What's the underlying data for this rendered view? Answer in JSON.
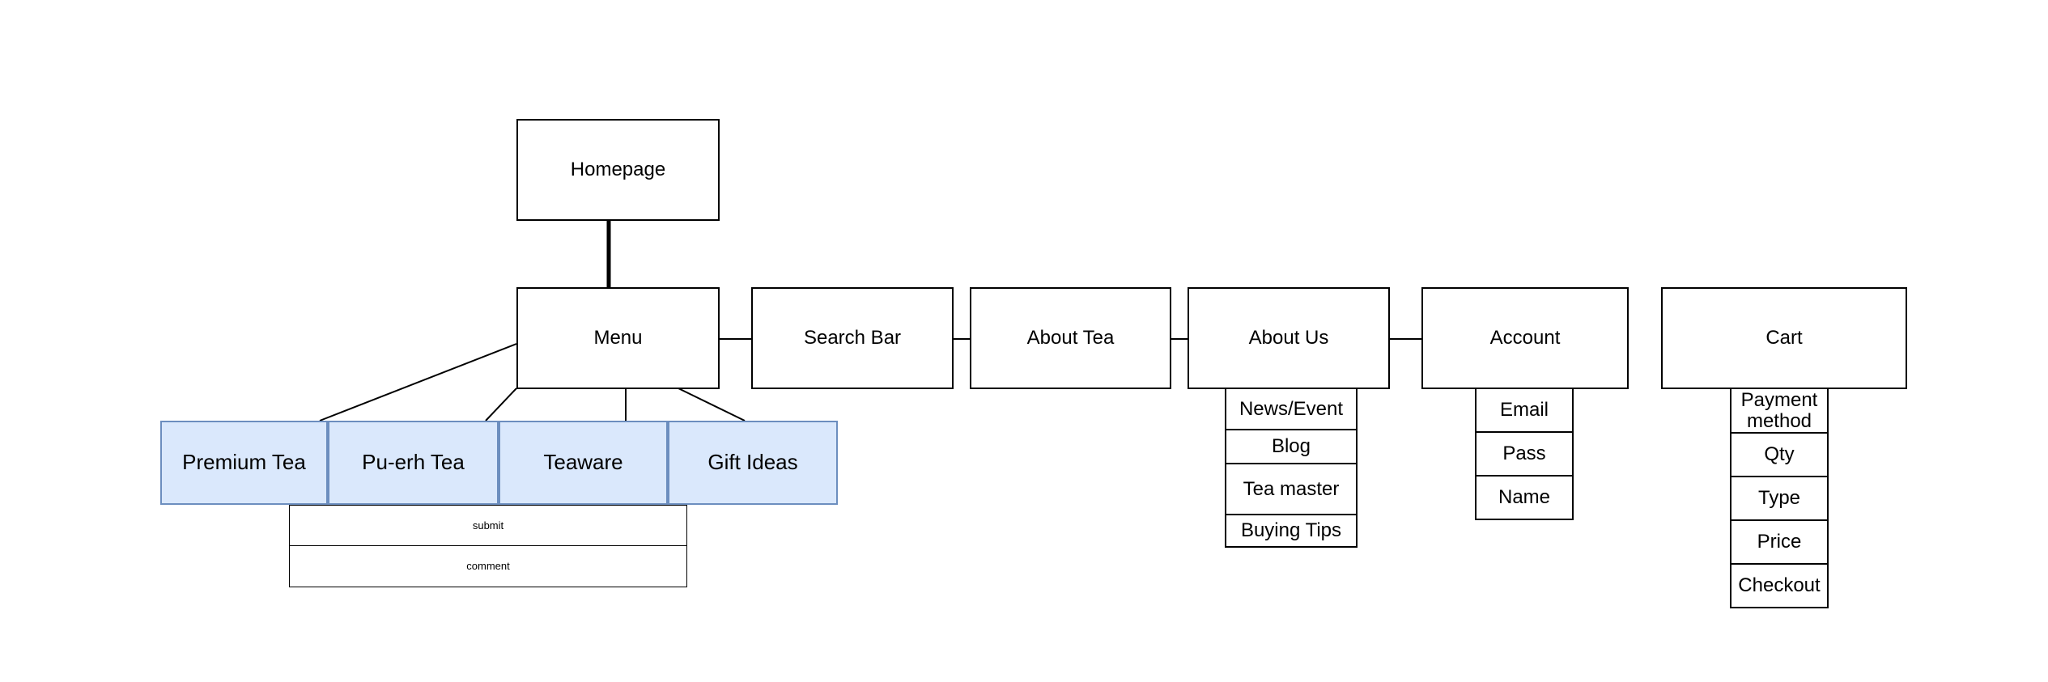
{
  "colors": {
    "line": "#000000",
    "category_fill": "#dae8fc",
    "category_border": "#6c8ebf"
  },
  "homepage": "Homepage",
  "nav": {
    "menu": "Menu",
    "search": "Search Bar",
    "about_tea": "About Tea",
    "about_us": "About Us",
    "account": "Account",
    "cart": "Cart"
  },
  "menu_categories": [
    "Premium Tea",
    "Pu-erh Tea",
    "Teaware",
    "Gift Ideas"
  ],
  "menu_actions": [
    "submit",
    "comment"
  ],
  "about_us_items": [
    "News/Event",
    "Blog",
    "Tea master",
    "Buying Tips"
  ],
  "account_items": [
    "Email",
    "Pass",
    "Name"
  ],
  "cart_items": [
    "Payment method",
    "Qty",
    "Type",
    "Price",
    "Checkout"
  ]
}
